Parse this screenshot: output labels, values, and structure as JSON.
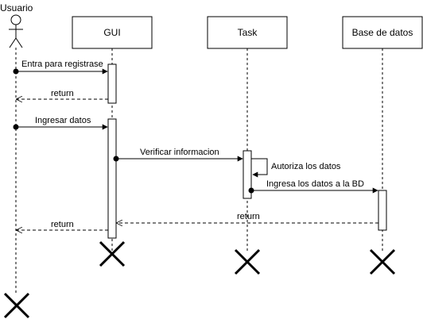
{
  "actor": {
    "label": "Usuario"
  },
  "lifelines": {
    "gui": "GUI",
    "task": "Task",
    "db": "Base de datos"
  },
  "messages": {
    "m1": "Entra para registrase",
    "m2": "return",
    "m3": "Ingresar datos",
    "m4": "Verificar informacion",
    "m5": "Autoriza los datos",
    "m6": "Ingresa los datos a la BD",
    "m7": "return",
    "m8": "return"
  }
}
